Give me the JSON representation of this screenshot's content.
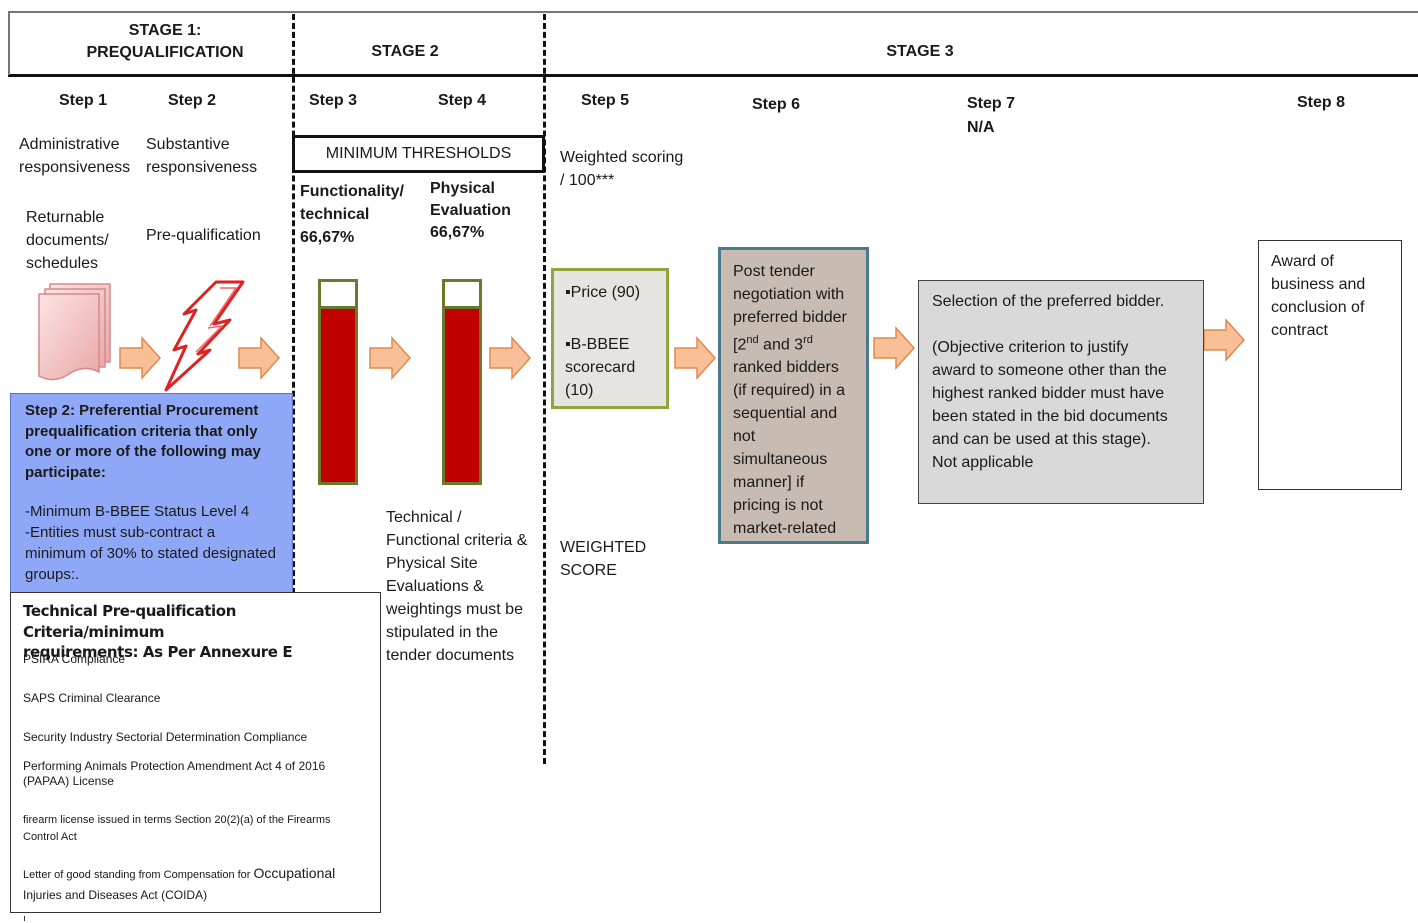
{
  "stages": {
    "stage1": "STAGE 1:\nPREQUALIFICATION",
    "stage2": "STAGE 2",
    "stage3": "STAGE 3"
  },
  "steps": {
    "s1": "Step 1",
    "s2": "Step 2",
    "s3": "Step 3",
    "s4": "Step 4",
    "s5": "Step 5",
    "s6": "Step 6",
    "s7": "Step 7",
    "s7_sub": "N/A",
    "s8": "Step 8"
  },
  "step1": {
    "desc": "Administrative\nresponsiveness",
    "docs": "Returnable\ndocuments/\nschedules"
  },
  "step2": {
    "desc": "Substantive\nresponsiveness",
    "pre": "Pre-qualification"
  },
  "thresholds": {
    "label": "MINIMUM THRESHOLDS",
    "functionality": "Functionality/\ntechnical\n66,67%",
    "physical": "Physical\nEvaluation\n66,67%",
    "functionality_level": 0.8667,
    "physical_level": 0.8667
  },
  "step34_note": "Technical /\nFunctional criteria &\nPhysical Site\nEvaluations &\nweightings must be\nstipulated in the\ntender documents",
  "step5": {
    "scoring": "Weighted scoring\n/ 100***",
    "price": "▪Price (90)",
    "bbbee": "▪B-BBEE\nscorecard\n(10)",
    "weighted_score": "WEIGHTED\nSCORE"
  },
  "step6": {
    "line1": "Post tender\nnegotiation with\npreferred bidder\n[2",
    "sup1": "nd",
    "and": " and 3",
    "sup2": "rd",
    "line2": "\nranked bidders\n(if required) in a\nsequential and\nnot\nsimultaneous\nmanner] if\npricing is not\nmarket-related"
  },
  "step7": {
    "title": "Selection of the preferred bidder.",
    "body": "(Objective criterion to justify\naward to someone other than the\nhighest ranked bidder must have\nbeen stated in the bid documents\nand can be used at this stage).\nNot  applicable"
  },
  "step8": {
    "text": "Award of\nbusiness and\nconclusion of\ncontract"
  },
  "preferential": {
    "heading": "Step 2: Preferential Procurement\nprequalification criteria that only\none or more of the following may\nparticipate:",
    "items": "-Minimum B-BBEE Status Level 4\n-Entities must sub-contract a\nminimum of 30% to stated designated\ngroups:."
  },
  "technical": {
    "heading": "Technical Pre-qualification Criteria/minimum\nrequirements: As Per Annexure E",
    "items": [
      "PSIRA Compliance",
      "SAPS Criminal Clearance",
      "Security Industry Sectorial Determination Compliance",
      "Performing Animals Protection Amendment Act 4 of 2016\n(PAPAA) License",
      "firearm license issued in terms Section 20(2)(a) of the Firearms\nControl Act",
      "Letter of good standing from Compensation for ",
      "Occupational",
      "Injuries and Diseases Act (COIDA)"
    ]
  },
  "colors": {
    "arrow_fill": "#f9bf96",
    "arrow_stroke": "#e0894f",
    "blue_box": "#8ea8f7",
    "bar_red": "#c00000",
    "bar_border": "#6b7a2a",
    "step6_fill": "#c8bbb1",
    "step6_border": "#4a7b8c",
    "step7_fill": "#d9d9d9"
  },
  "icons": [
    "documents-icon",
    "lightning-icon",
    "right-arrow-icon"
  ]
}
